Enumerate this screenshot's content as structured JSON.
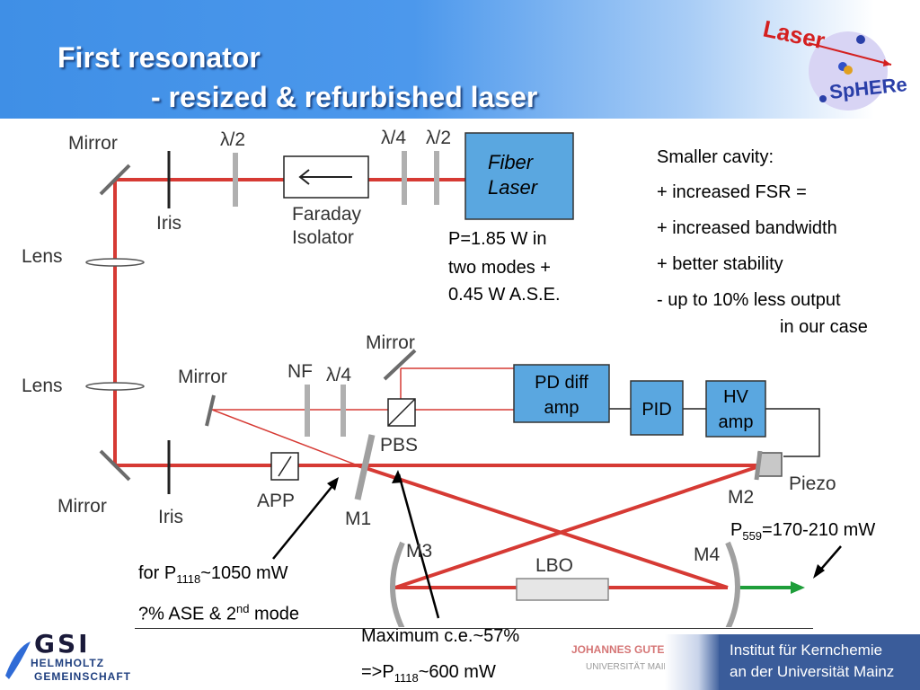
{
  "title": {
    "line1": "First resonator",
    "line2": "- resized & refurbished laser"
  },
  "logo": {
    "word_laser": "Laser",
    "word_sphere": "SpHERe"
  },
  "diagram": {
    "labels": {
      "mirror_top_left": "Mirror",
      "half_wave_1": "λ/2",
      "quarter_wave_top": "λ/4",
      "half_wave_2": "λ/2",
      "iris_top": "Iris",
      "faraday_1": "Faraday",
      "faraday_2": "Isolator",
      "fiber_1": "Fiber",
      "fiber_2": "Laser",
      "lens_1": "Lens",
      "lens_2": "Lens",
      "mirror_mid_right": "Mirror",
      "mirror_mid_left": "Mirror",
      "nf": "NF",
      "quarter_wave_mid": "λ/4",
      "pd_1": "PD diff",
      "pd_2": "amp",
      "pid": "PID",
      "hv_1": "HV",
      "hv_2": "amp",
      "pbs": "PBS",
      "app": "APP",
      "m1": "M1",
      "m2": "M2",
      "m3": "M3",
      "m4": "M4",
      "piezo": "Piezo",
      "lbo": "LBO",
      "mirror_bottom_left": "Mirror",
      "iris_bottom": "Iris"
    }
  },
  "notes": {
    "power_1": "P=1.85 W in",
    "power_2": "two modes +",
    "power_3": "0.45 W A.S.E.",
    "p559_sym": "P",
    "p559_sub": "559",
    "p559_val": "=170-210 mW",
    "p1118_prefix": "for P",
    "p1118_sub": "1118",
    "p1118_val": "~1050 mW",
    "ase_prefix": "?% ASE & 2",
    "ase_sup": "nd",
    "ase_suffix": " mode",
    "max_ce": "Maximum c.e.~57%",
    "arrow_prefix": "=>P",
    "arrow_sub": "1118",
    "arrow_val": "~600 mW"
  },
  "bullets": [
    "Smaller cavity:",
    "+ increased FSR =",
    "+ increased bandwidth",
    "+ better stability",
    "- up to 10% less output",
    "in our case"
  ],
  "footer": {
    "gsi": "GSI",
    "helmholtz_1": "HELMHOLTZ",
    "helmholtz_2": "GEMEINSCHAFT",
    "jgu": "JOHANNES GUTENBERG",
    "jgu_u": "UNIVERSITÄT MAINZ",
    "institute_1": "Institut für Kernchemie",
    "institute_2": "an der Universität Mainz"
  },
  "colors": {
    "beam": "#d63a34",
    "green_beam": "#1e9e3a",
    "box_fill": "#5aa7e0",
    "header_blue": "#3f8fe6"
  }
}
